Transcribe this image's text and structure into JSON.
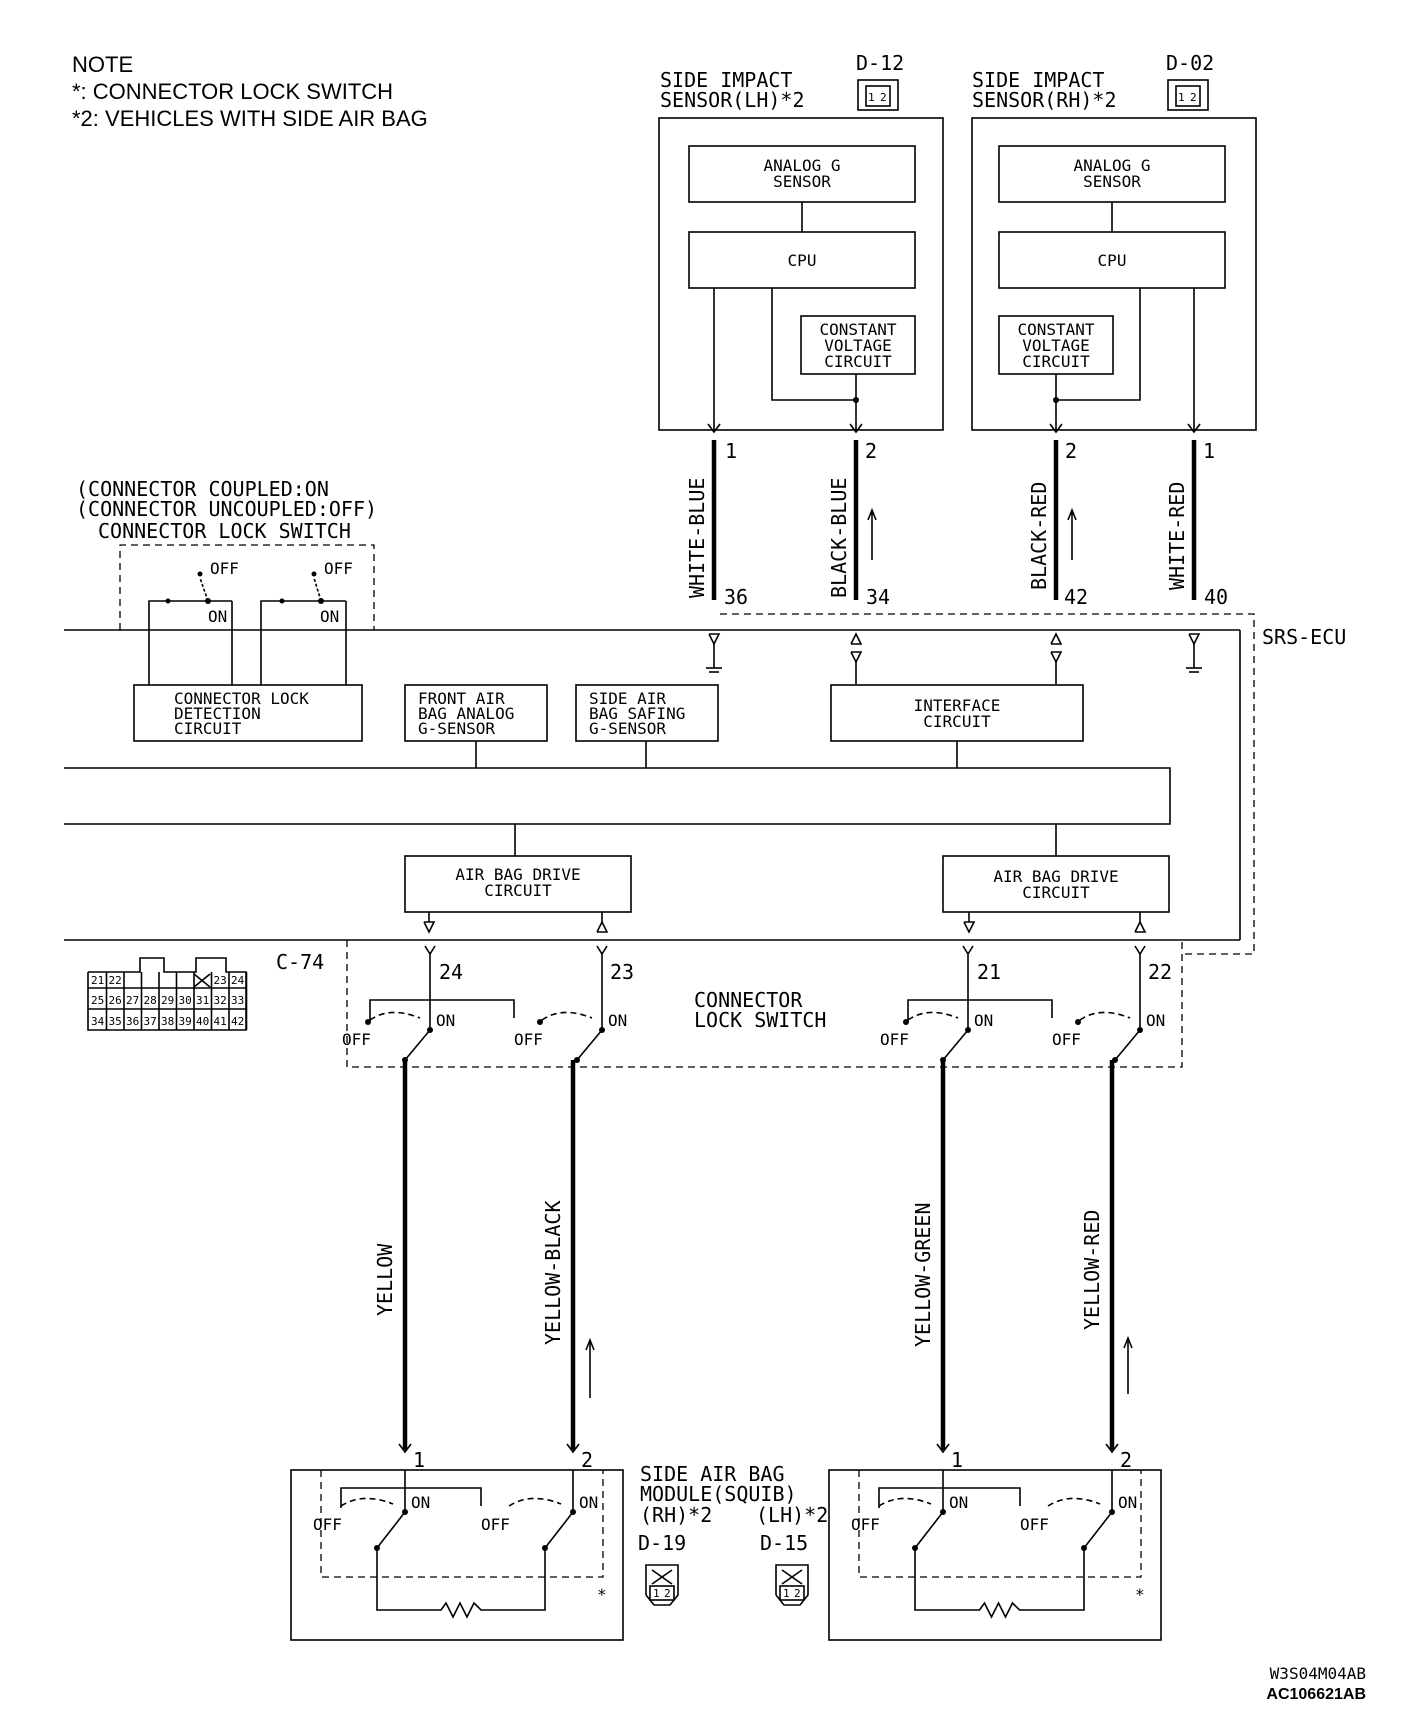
{
  "note": {
    "title": "NOTE",
    "line1": "*: CONNECTOR LOCK SWITCH",
    "line2": "*2: VEHICLES WITH SIDE AIR BAG"
  },
  "sensor_lh": {
    "name_line1": "SIDE IMPACT",
    "name_line2": "SENSOR(LH)*2",
    "connector": "D-12",
    "analog_line1": "ANALOG G",
    "analog_line2": "SENSOR",
    "cpu": "CPU",
    "cv_line1": "CONSTANT",
    "cv_line2": "VOLTAGE",
    "cv_line3": "CIRCUIT",
    "pin_a": "1",
    "pin_b": "2"
  },
  "sensor_rh": {
    "name_line1": "SIDE IMPACT",
    "name_line2": "SENSOR(RH)*2",
    "connector": "D-02",
    "analog_line1": "ANALOG G",
    "analog_line2": "SENSOR",
    "cpu": "CPU",
    "cv_line1": "CONSTANT",
    "cv_line2": "VOLTAGE",
    "cv_line3": "CIRCUIT",
    "pin_a": "2",
    "pin_b": "1"
  },
  "wires_top": [
    {
      "color": "WHITE-BLUE",
      "ecu_pin": "36"
    },
    {
      "color": "BLACK-BLUE",
      "ecu_pin": "34"
    },
    {
      "color": "BLACK-RED",
      "ecu_pin": "42"
    },
    {
      "color": "WHITE-RED",
      "ecu_pin": "40"
    }
  ],
  "connector_lock_note": {
    "line1": "(CONNECTOR COUPLED:ON",
    "line2": "(CONNECTOR UNCOUPLED:OFF)",
    "line3": "CONNECTOR LOCK SWITCH",
    "off": "OFF",
    "on": "ON"
  },
  "ecu": {
    "name": "SRS-ECU",
    "lock_detect_line1": "CONNECTOR LOCK",
    "lock_detect_line2": "DETECTION",
    "lock_detect_line3": "CIRCUIT",
    "front_line1": "FRONT AIR",
    "front_line2": "BAG ANALOG",
    "front_line3": "G-SENSOR",
    "safing_line1": "SIDE AIR",
    "safing_line2": "BAG SAFING",
    "safing_line3": "G-SENSOR",
    "interface_line1": "INTERFACE",
    "interface_line2": "CIRCUIT",
    "drive_left_line1": "AIR BAG DRIVE",
    "drive_left_line2": "CIRCUIT",
    "drive_right_line1": "AIR BAG DRIVE",
    "drive_right_line2": "CIRCUIT"
  },
  "c74": {
    "connector": "C-74",
    "pins_row1": [
      "21",
      "22",
      "",
      "",
      "",
      "",
      "",
      "23",
      "24"
    ],
    "pins_row2": [
      "25",
      "26",
      "27",
      "28",
      "29",
      "30",
      "31",
      "32",
      "33"
    ],
    "pins_row3": [
      "34",
      "35",
      "36",
      "37",
      "38",
      "39",
      "40",
      "41",
      "42"
    ],
    "pin_24": "24",
    "pin_23": "23",
    "pin_21": "21",
    "pin_22": "22",
    "lock_line1": "CONNECTOR",
    "lock_line2": "LOCK SWITCH",
    "off": "OFF",
    "on": "ON"
  },
  "wires_bottom": [
    {
      "color": "YELLOW"
    },
    {
      "color": "YELLOW-BLACK"
    },
    {
      "color": "YELLOW-GREEN"
    },
    {
      "color": "YELLOW-RED"
    }
  ],
  "module": {
    "name_line1": "SIDE AIR BAG",
    "name_line2": "MODULE(SQUIB)",
    "rh_label": "(RH)*2",
    "lh_label": "(LH)*2",
    "rh_connector": "D-19",
    "lh_connector": "D-15",
    "pin1": "1",
    "pin2": "2",
    "off": "OFF",
    "on": "ON",
    "star": "*"
  },
  "code": {
    "line1": "W3S04M04AB",
    "line2": "AC106621AB"
  }
}
